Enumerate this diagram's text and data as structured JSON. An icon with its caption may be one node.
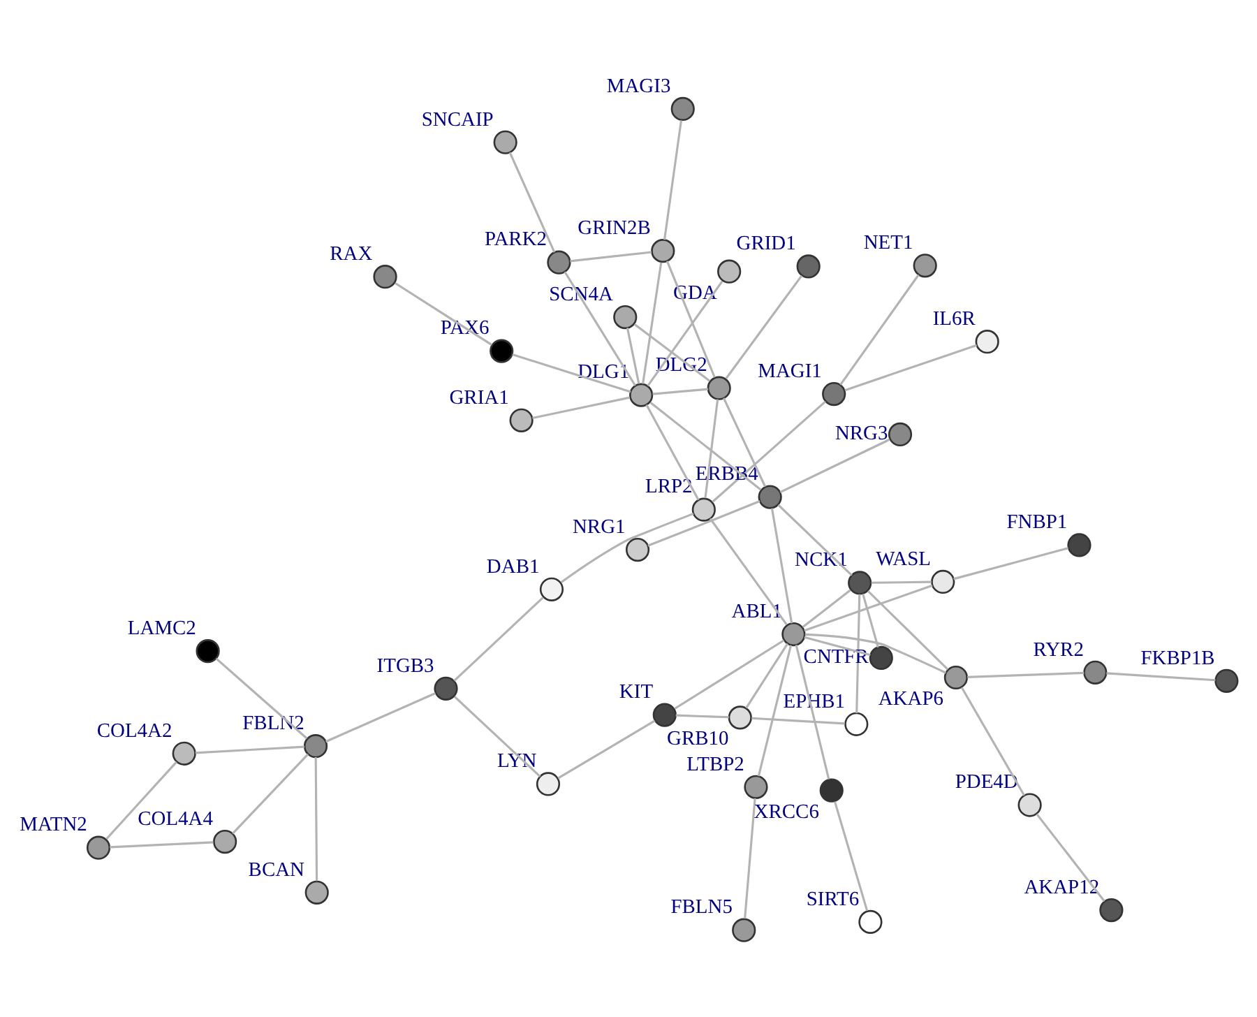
{
  "diagram": {
    "nodes": [
      {
        "text": [
          "MATN2"
        ]
      },
      {
        "text": [
          "COL4A4"
        ]
      },
      {
        "text": [
          "BCAN"
        ]
      },
      {
        "text": [
          "COL4A2"
        ]
      },
      {
        "text": [
          "FBLN2"
        ]
      },
      {
        "text": [
          "LAMC2"
        ]
      },
      {
        "text": [
          "NET1"
        ]
      },
      {
        "text": [
          "IL6R"
        ]
      },
      {
        "text": [
          "ITGB3"
        ]
      },
      {
        "text": [
          "LYN"
        ]
      },
      {
        "text": [
          "MAGI1"
        ]
      },
      {
        "text": [
          "DAB1"
        ]
      },
      {
        "text": [
          "FBLN5"
        ]
      },
      {
        "text": [
          "RAX"
        ]
      },
      {
        "text": [
          "KIT"
        ]
      },
      {
        "text": [
          "PAX6"
        ]
      },
      {
        "text": [
          "LTBP2"
        ]
      },
      {
        "text": [
          "LRP2"
        ]
      },
      {
        "text": [
          "GRB10"
        ]
      },
      {
        "text": [
          "SCN4A"
        ]
      },
      {
        "text": [
          "GDA"
        ]
      },
      {
        "text": [
          "SIRT6"
        ]
      },
      {
        "text": [
          "EPHB1"
        ]
      },
      {
        "text": [
          "XRCC6"
        ]
      },
      {
        "text": [
          "DLG1"
        ]
      },
      {
        "text": [
          "ABL1"
        ]
      },
      {
        "text": [
          "GRIA1"
        ]
      },
      {
        "text": [
          "DLG2"
        ]
      },
      {
        "text": [
          "CNTFR"
        ]
      },
      {
        "text": [
          "ERBB4"
        ]
      },
      {
        "text": [
          "NCK1"
        ]
      },
      {
        "text": [
          "PARK2"
        ]
      },
      {
        "text": [
          "GRIN2B"
        ]
      },
      {
        "text": [
          "WASL"
        ]
      },
      {
        "text": [
          "SNCAIP"
        ]
      },
      {
        "text": [
          "FNBP1"
        ]
      },
      {
        "text": [
          "GRID1"
        ]
      },
      {
        "text": [
          "AKAP6"
        ]
      },
      {
        "text": [
          "NRG3"
        ]
      },
      {
        "text": [
          "NRG1"
        ]
      },
      {
        "text": [
          "MAGI3"
        ]
      },
      {
        "text": [
          "RYR2"
        ]
      },
      {
        "text": [
          "PDE4D"
        ]
      },
      {
        "text": [
          "FKBP1B"
        ]
      },
      {
        "text": [
          "AKAP12"
        ]
      }
    ],
    "edges": [
      {
        "from": 4,
        "to": 1,
        "arrow": "none"
      },
      {
        "from": 1,
        "to": 0,
        "arrow": "none"
      },
      {
        "from": 0,
        "to": 3,
        "arrow": "none"
      },
      {
        "from": 3,
        "to": 4,
        "arrow": "none"
      },
      {
        "from": 2,
        "to": 4,
        "arrow": "none"
      },
      {
        "from": 5,
        "to": 4,
        "arrow": "none"
      },
      {
        "from": 4,
        "to": 8,
        "arrow": "none"
      },
      {
        "from": 8,
        "to": 9,
        "arrow": "none"
      },
      {
        "from": 8,
        "to": 11,
        "arrow": "none"
      },
      {
        "from": 11,
        "to": 17,
        "arrow": "none"
      },
      {
        "from": 9,
        "to": 14,
        "arrow": "none"
      },
      {
        "from": 6,
        "to": 10,
        "arrow": "none"
      },
      {
        "from": 7,
        "to": 10,
        "arrow": "none"
      },
      {
        "from": 10,
        "to": 17,
        "arrow": "none"
      },
      {
        "from": 13,
        "to": 15,
        "arrow": "none"
      },
      {
        "from": 15,
        "to": 24,
        "arrow": "none"
      },
      {
        "from": 20,
        "to": 24,
        "arrow": "none"
      },
      {
        "from": 26,
        "to": 24,
        "arrow": "none"
      },
      {
        "from": 24,
        "to": 17,
        "arrow": "none"
      },
      {
        "from": 24,
        "to": 31,
        "arrow": "none"
      },
      {
        "from": 24,
        "to": 32,
        "arrow": "none"
      },
      {
        "from": 24,
        "to": 27,
        "arrow": "none"
      },
      {
        "from": 24,
        "to": 29,
        "arrow": "none"
      },
      {
        "from": 19,
        "to": 24,
        "arrow": "none"
      },
      {
        "from": 19,
        "to": 27,
        "arrow": "none"
      },
      {
        "from": 27,
        "to": 17,
        "arrow": "none"
      },
      {
        "from": 27,
        "to": 29,
        "arrow": "none"
      },
      {
        "from": 27,
        "to": 32,
        "arrow": "none"
      },
      {
        "from": 27,
        "to": 36,
        "arrow": "none"
      },
      {
        "from": 31,
        "to": 34,
        "arrow": "none"
      },
      {
        "from": 31,
        "to": 32,
        "arrow": "none"
      },
      {
        "from": 32,
        "to": 40,
        "arrow": "none"
      },
      {
        "from": 17,
        "to": 25,
        "arrow": "none"
      },
      {
        "from": 29,
        "to": 25,
        "arrow": "none"
      },
      {
        "from": 29,
        "to": 30,
        "arrow": "none"
      },
      {
        "from": 29,
        "to": 38,
        "arrow": "none"
      },
      {
        "from": 29,
        "to": 39,
        "arrow": "none"
      },
      {
        "from": 14,
        "to": 18,
        "arrow": "none"
      },
      {
        "from": 14,
        "to": 25,
        "arrow": "none"
      },
      {
        "from": 18,
        "to": 22,
        "arrow": "none"
      },
      {
        "from": 18,
        "to": 25,
        "arrow": "none"
      },
      {
        "from": 22,
        "to": 30,
        "arrow": "none"
      },
      {
        "from": 30,
        "to": 37,
        "arrow": "none"
      },
      {
        "from": 25,
        "to": 37,
        "arrow": "none"
      },
      {
        "from": 25,
        "to": 30,
        "arrow": "none"
      },
      {
        "from": 25,
        "to": 16,
        "arrow": "none"
      },
      {
        "from": 16,
        "to": 12,
        "arrow": "none"
      },
      {
        "from": 25,
        "to": 23,
        "arrow": "none"
      },
      {
        "from": 23,
        "to": 21,
        "arrow": "none"
      },
      {
        "from": 25,
        "to": 28,
        "arrow": "none"
      },
      {
        "from": 25,
        "to": 33,
        "arrow": "none"
      },
      {
        "from": 30,
        "to": 28,
        "arrow": "none"
      },
      {
        "from": 30,
        "to": 33,
        "arrow": "none"
      },
      {
        "from": 33,
        "to": 35,
        "arrow": "none"
      },
      {
        "from": 37,
        "to": 42,
        "arrow": "none"
      },
      {
        "from": 42,
        "to": 44,
        "arrow": "none"
      },
      {
        "from": 37,
        "to": 41,
        "arrow": "none"
      },
      {
        "from": 41,
        "to": 43,
        "arrow": "none"
      }
    ]
  }
}
